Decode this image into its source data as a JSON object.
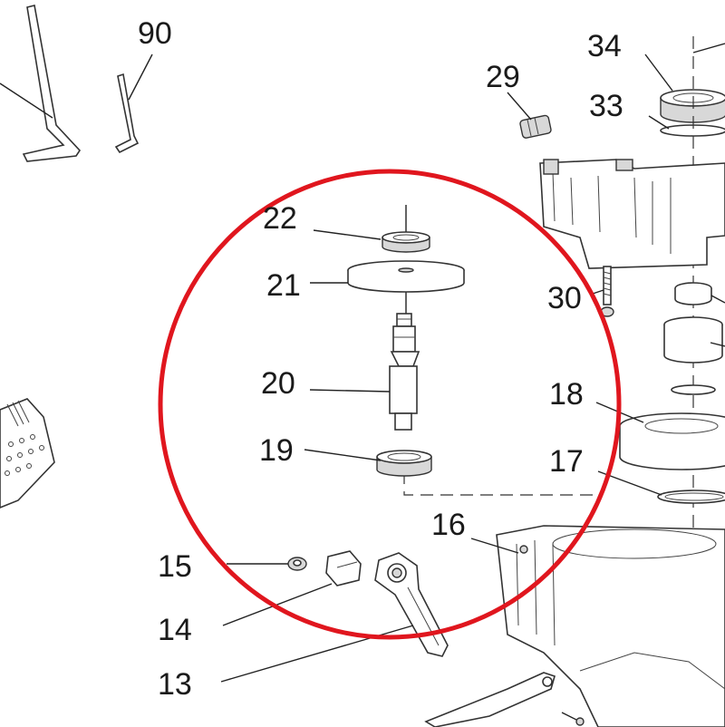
{
  "callouts": {
    "c90": "90",
    "c34": "34",
    "c29": "29",
    "c33": "33",
    "c22": "22",
    "c21": "21",
    "c30": "30",
    "c20": "20",
    "c18": "18",
    "c19": "19",
    "c17": "17",
    "c16": "16",
    "c15": "15",
    "c14": "14",
    "c13": "13"
  },
  "colors": {
    "highlight_circle": "#e0161e",
    "line_art": "#333333",
    "background": "#ffffff"
  }
}
